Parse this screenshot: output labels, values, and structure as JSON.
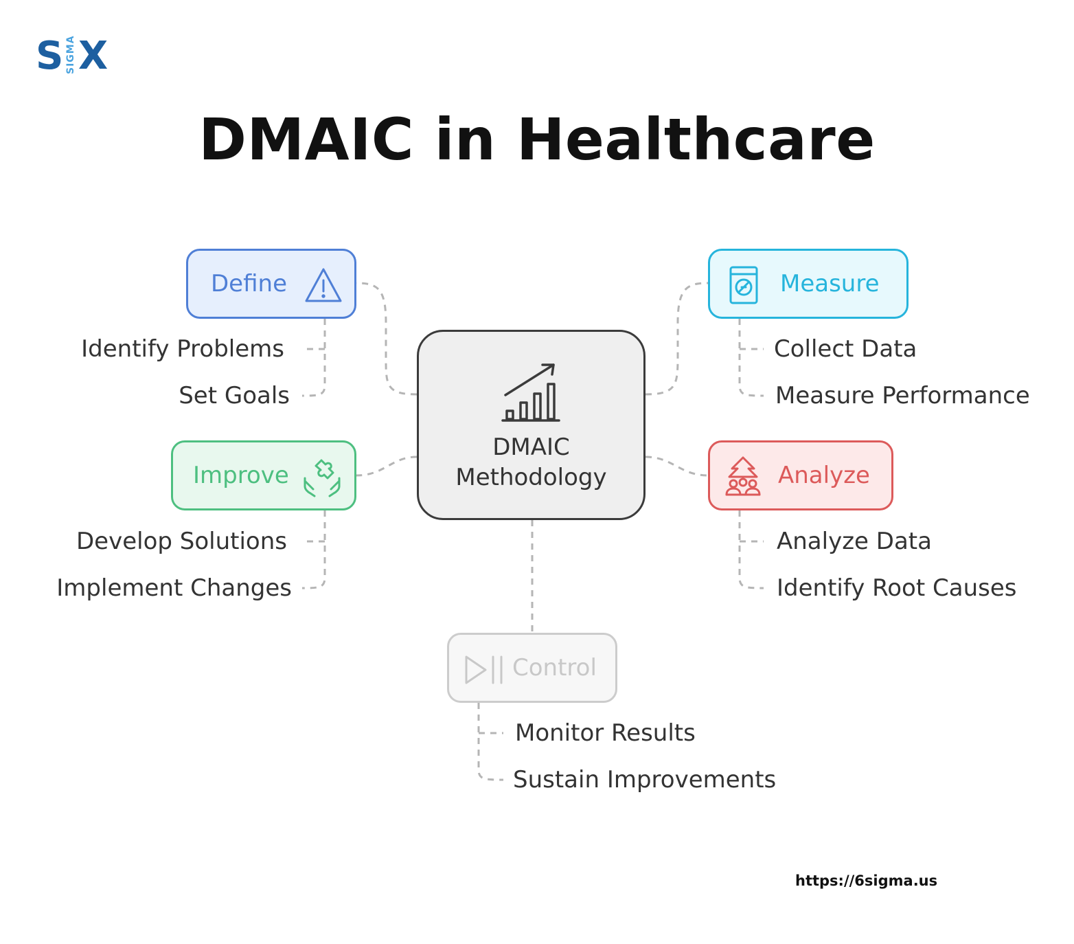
{
  "logo": {
    "s": "S",
    "sigma": "SIGMA",
    "x": "X"
  },
  "title": "DMAIC in Healthcare",
  "center": {
    "line1": "DMAIC",
    "line2": "Methodology",
    "icon": "chart-growth-icon"
  },
  "phases": {
    "define": {
      "label": "Define",
      "icon": "warning-triangle-icon",
      "color": "#4f7fd6",
      "items": [
        "Identify Problems",
        "Set Goals"
      ]
    },
    "measure": {
      "label": "Measure",
      "icon": "meter-icon",
      "color": "#26b4dc",
      "items": [
        "Collect Data",
        "Measure Performance"
      ]
    },
    "improve": {
      "label": "Improve",
      "icon": "puzzle-hands-icon",
      "color": "#4dbf80",
      "items": [
        "Develop Solutions",
        "Implement Changes"
      ]
    },
    "analyze": {
      "label": "Analyze",
      "icon": "team-analysis-icon",
      "color": "#dc5a5a",
      "items": [
        "Analyze Data",
        "Identify Root Causes"
      ]
    },
    "control": {
      "label": "Control",
      "icon": "play-pause-icon",
      "color": "#c8c8c8",
      "items": [
        "Monitor Results",
        "Sustain Improvements"
      ]
    }
  },
  "url": "https://6sigma.us"
}
